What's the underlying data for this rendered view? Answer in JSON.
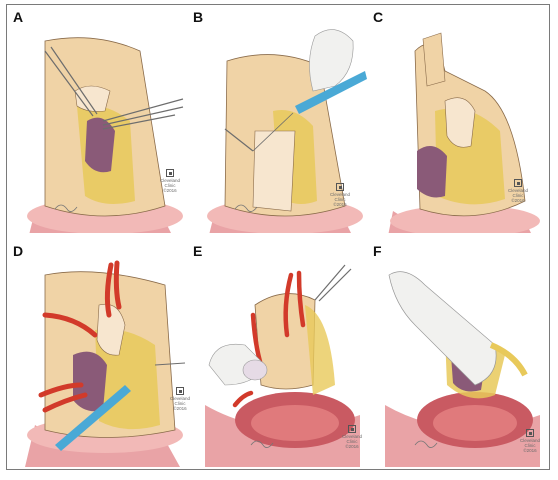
{
  "panels": [
    {
      "label": "A",
      "logo": [
        "Cleveland",
        "Clinic",
        "©2016"
      ]
    },
    {
      "label": "B",
      "logo": [
        "Cleveland",
        "Clinic",
        "©2016"
      ]
    },
    {
      "label": "C",
      "logo": [
        "Cleveland",
        "Clinic",
        "©2016"
      ]
    },
    {
      "label": "D",
      "logo": [
        "Cleveland",
        "Clinic",
        "©2016"
      ]
    },
    {
      "label": "E",
      "logo": [
        "Cleveland",
        "Clinic",
        "©2016"
      ]
    },
    {
      "label": "F",
      "logo": [
        "Cleveland",
        "Clinic",
        "©2016"
      ]
    }
  ],
  "colors": {
    "skin": "#f0d3a6",
    "tissue_pink": "#e9a3a6",
    "vessel_red": "#d23a2a",
    "organ_purple": "#8a5a78",
    "fat_yellow": "#e8c95a",
    "instrument_blue": "#4aa9d6",
    "glove": "#f1f1ef"
  }
}
